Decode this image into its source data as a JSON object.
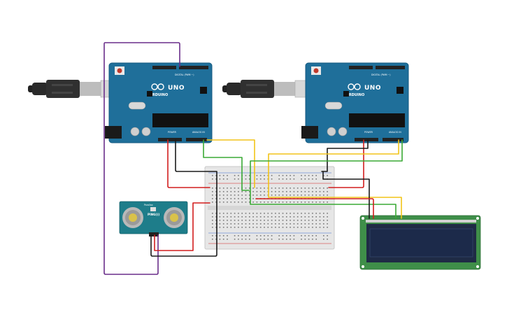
{
  "arduino_left": {
    "brand": "ARDUINO",
    "model": "UNO",
    "digital_label": "DIGITAL (PWM ~)",
    "power_label": "POWER",
    "analog_label": "ANALOG IN"
  },
  "arduino_right": {
    "brand": "ARDUINO",
    "model": "UNO",
    "digital_label": "DIGITAL (PWM ~)",
    "power_label": "POWER",
    "analog_label": "ANALOG IN"
  },
  "ultrasonic_sensor": {
    "name": "PING)))",
    "brand": "Parallax"
  },
  "colors": {
    "board_blue": "#1f6f9a",
    "board_border": "#155a80",
    "sensor_teal": "#1e7d8a",
    "lcd_green": "#3f8f49",
    "lcd_screen": "#1c2a4a",
    "wire_purple": "#6a2f8a",
    "wire_red": "#d21d1d",
    "wire_black": "#1a1a1a",
    "wire_yellow": "#f2c418",
    "wire_green": "#3aaa35",
    "breadboard": "#e6e6e6"
  }
}
